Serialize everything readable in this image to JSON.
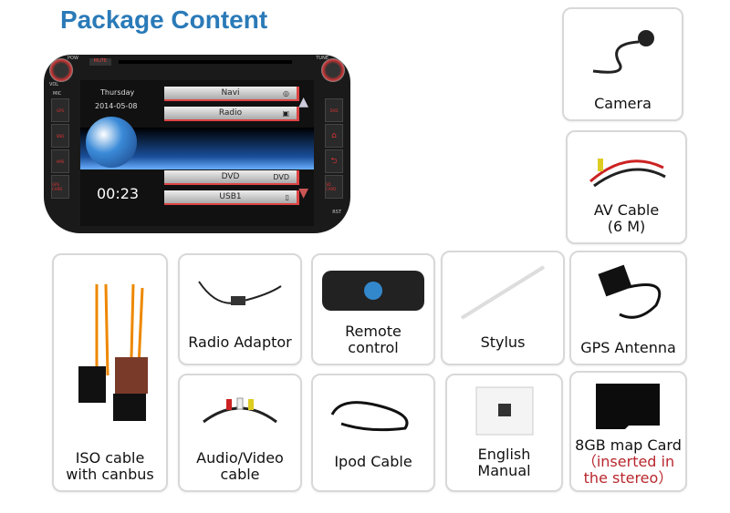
{
  "title": "Package Content",
  "stereo": {
    "pow": "POW",
    "mute": "MUTE",
    "tune": "TUNE",
    "vol": "VOL",
    "mic": "MIC",
    "left_buttons": [
      "GPS",
      "SND",
      "AMS",
      "GPS CARD"
    ],
    "right_buttons": [
      "DVD",
      "⌂",
      "⮌",
      "SD CARD"
    ],
    "rst": "RST",
    "day": "Thursday",
    "date": "2014-05-08",
    "time": "00:23",
    "menu": [
      {
        "label": "Navi",
        "icon": "◎"
      },
      {
        "label": "Radio",
        "icon": "▣"
      },
      {
        "label": "DVD",
        "icon": "DVD"
      },
      {
        "label": "USB1",
        "icon": "▯"
      }
    ]
  },
  "items": {
    "camera": "Camera",
    "av_cable": [
      "AV Cable",
      "(6 M)"
    ],
    "iso": [
      "ISO cable",
      "with canbus"
    ],
    "radio_adaptor": "Radio Adaptor",
    "remote": [
      "Remote",
      "control"
    ],
    "stylus": "Stylus",
    "gps": "GPS Antenna",
    "audio_video": [
      "Audio/Video",
      "cable"
    ],
    "ipod": "Ipod Cable",
    "manual": [
      "English",
      "Manual"
    ],
    "map_card": [
      "8GB map Card",
      "（inserted in",
      "the stereo）"
    ]
  }
}
